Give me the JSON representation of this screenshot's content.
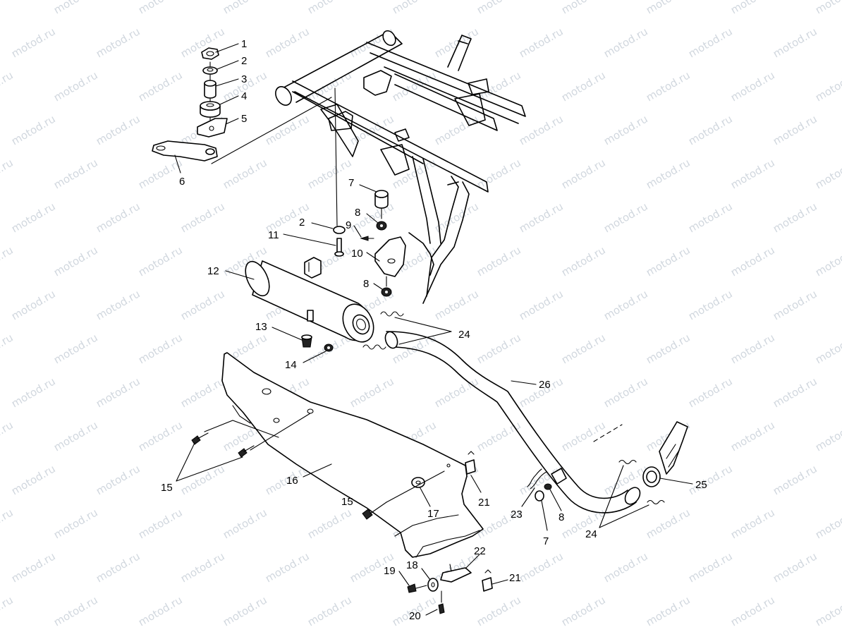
{
  "watermark": {
    "text": "motod.ru"
  },
  "callouts": [
    {
      "id": "c1",
      "text": "1"
    },
    {
      "id": "c2a",
      "text": "2"
    },
    {
      "id": "c3",
      "text": "3"
    },
    {
      "id": "c4",
      "text": "4"
    },
    {
      "id": "c5",
      "text": "5"
    },
    {
      "id": "c6",
      "text": "6"
    },
    {
      "id": "c7a",
      "text": "7"
    },
    {
      "id": "c8a",
      "text": "8"
    },
    {
      "id": "c9",
      "text": "9"
    },
    {
      "id": "c2b",
      "text": "2"
    },
    {
      "id": "c11",
      "text": "11"
    },
    {
      "id": "c10",
      "text": "10"
    },
    {
      "id": "c12",
      "text": "12"
    },
    {
      "id": "c8b",
      "text": "8"
    },
    {
      "id": "c13",
      "text": "13"
    },
    {
      "id": "c14",
      "text": "14"
    },
    {
      "id": "c24a",
      "text": "24"
    },
    {
      "id": "c26",
      "text": "26"
    },
    {
      "id": "c15a",
      "text": "15"
    },
    {
      "id": "c16",
      "text": "16"
    },
    {
      "id": "c15b",
      "text": "15"
    },
    {
      "id": "c17",
      "text": "17"
    },
    {
      "id": "c21a",
      "text": "21"
    },
    {
      "id": "c23",
      "text": "23"
    },
    {
      "id": "c8c",
      "text": "8"
    },
    {
      "id": "c7b",
      "text": "7"
    },
    {
      "id": "c24b",
      "text": "24"
    },
    {
      "id": "c25",
      "text": "25"
    },
    {
      "id": "c22",
      "text": "22"
    },
    {
      "id": "c19",
      "text": "19"
    },
    {
      "id": "c18",
      "text": "18"
    },
    {
      "id": "c21b",
      "text": "21"
    },
    {
      "id": "c20",
      "text": "20"
    }
  ]
}
